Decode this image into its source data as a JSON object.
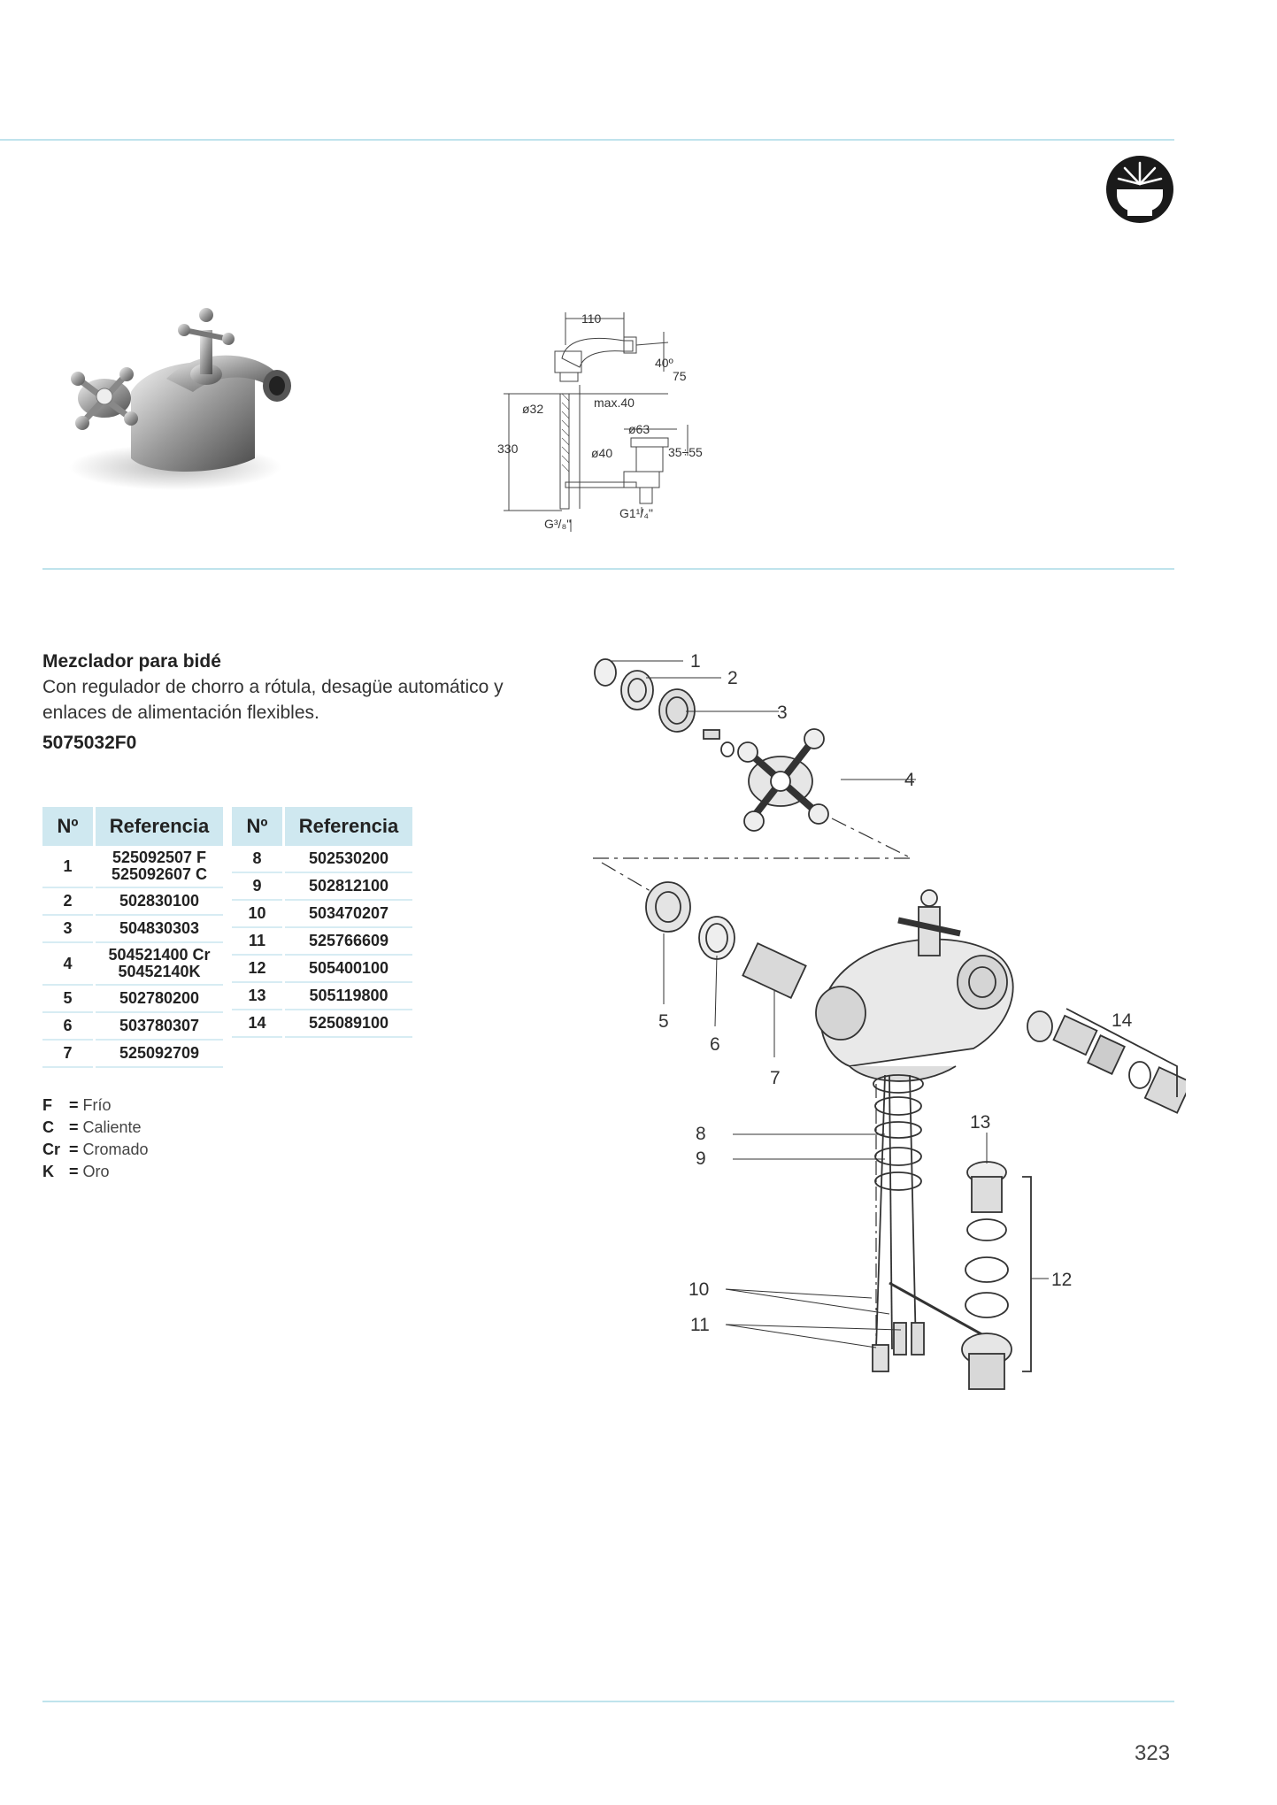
{
  "product": {
    "title": "Mezclador para bidé",
    "description": "Con regulador de chorro a rótula, desagüe automático y enlaces de alimentación flexibles.",
    "code": "5075032F0"
  },
  "dimensions": {
    "width_top": "110",
    "angle": "40º",
    "height_spout": "75",
    "diameter_base": "ø32",
    "max_thickness": "max.40",
    "total_height": "330",
    "drain_diameter": "ø63",
    "drain_inner": "ø40",
    "drain_range": "35÷55",
    "thread_supply": "G³/₈\"",
    "thread_drain": "G1¹/₄\""
  },
  "table": {
    "header_no": "Nº",
    "header_ref": "Referencia",
    "left_rows": [
      {
        "no": "1",
        "ref1": "525092507 F",
        "ref2": "525092607 C"
      },
      {
        "no": "2",
        "ref1": "502830100"
      },
      {
        "no": "3",
        "ref1": "504830303"
      },
      {
        "no": "4",
        "ref1": "504521400 Cr",
        "ref2": "50452140K"
      },
      {
        "no": "5",
        "ref1": "502780200"
      },
      {
        "no": "6",
        "ref1": "503780307"
      },
      {
        "no": "7",
        "ref1": "525092709"
      }
    ],
    "right_rows": [
      {
        "no": "8",
        "ref": "502530200"
      },
      {
        "no": "9",
        "ref": "502812100"
      },
      {
        "no": "10",
        "ref": "503470207"
      },
      {
        "no": "11",
        "ref": "525766609"
      },
      {
        "no": "12",
        "ref": "505400100"
      },
      {
        "no": "13",
        "ref": "505119800"
      },
      {
        "no": "14",
        "ref": "525089100"
      }
    ]
  },
  "legend": [
    {
      "key": "F",
      "value": "Frío"
    },
    {
      "key": "C",
      "value": "Caliente"
    },
    {
      "key": "Cr",
      "value": "Cromado"
    },
    {
      "key": "K",
      "value": "Oro"
    }
  ],
  "legend_eq": "=",
  "exploded_labels": [
    "1",
    "2",
    "3",
    "4",
    "5",
    "6",
    "7",
    "8",
    "9",
    "10",
    "11",
    "12",
    "13",
    "14"
  ],
  "page_number": "323",
  "colors": {
    "rule": "#bfe3ec",
    "table_header": "#cfe8f0",
    "row_line": "#d7ecf3"
  },
  "icons": {
    "category": "bidet-icon"
  }
}
